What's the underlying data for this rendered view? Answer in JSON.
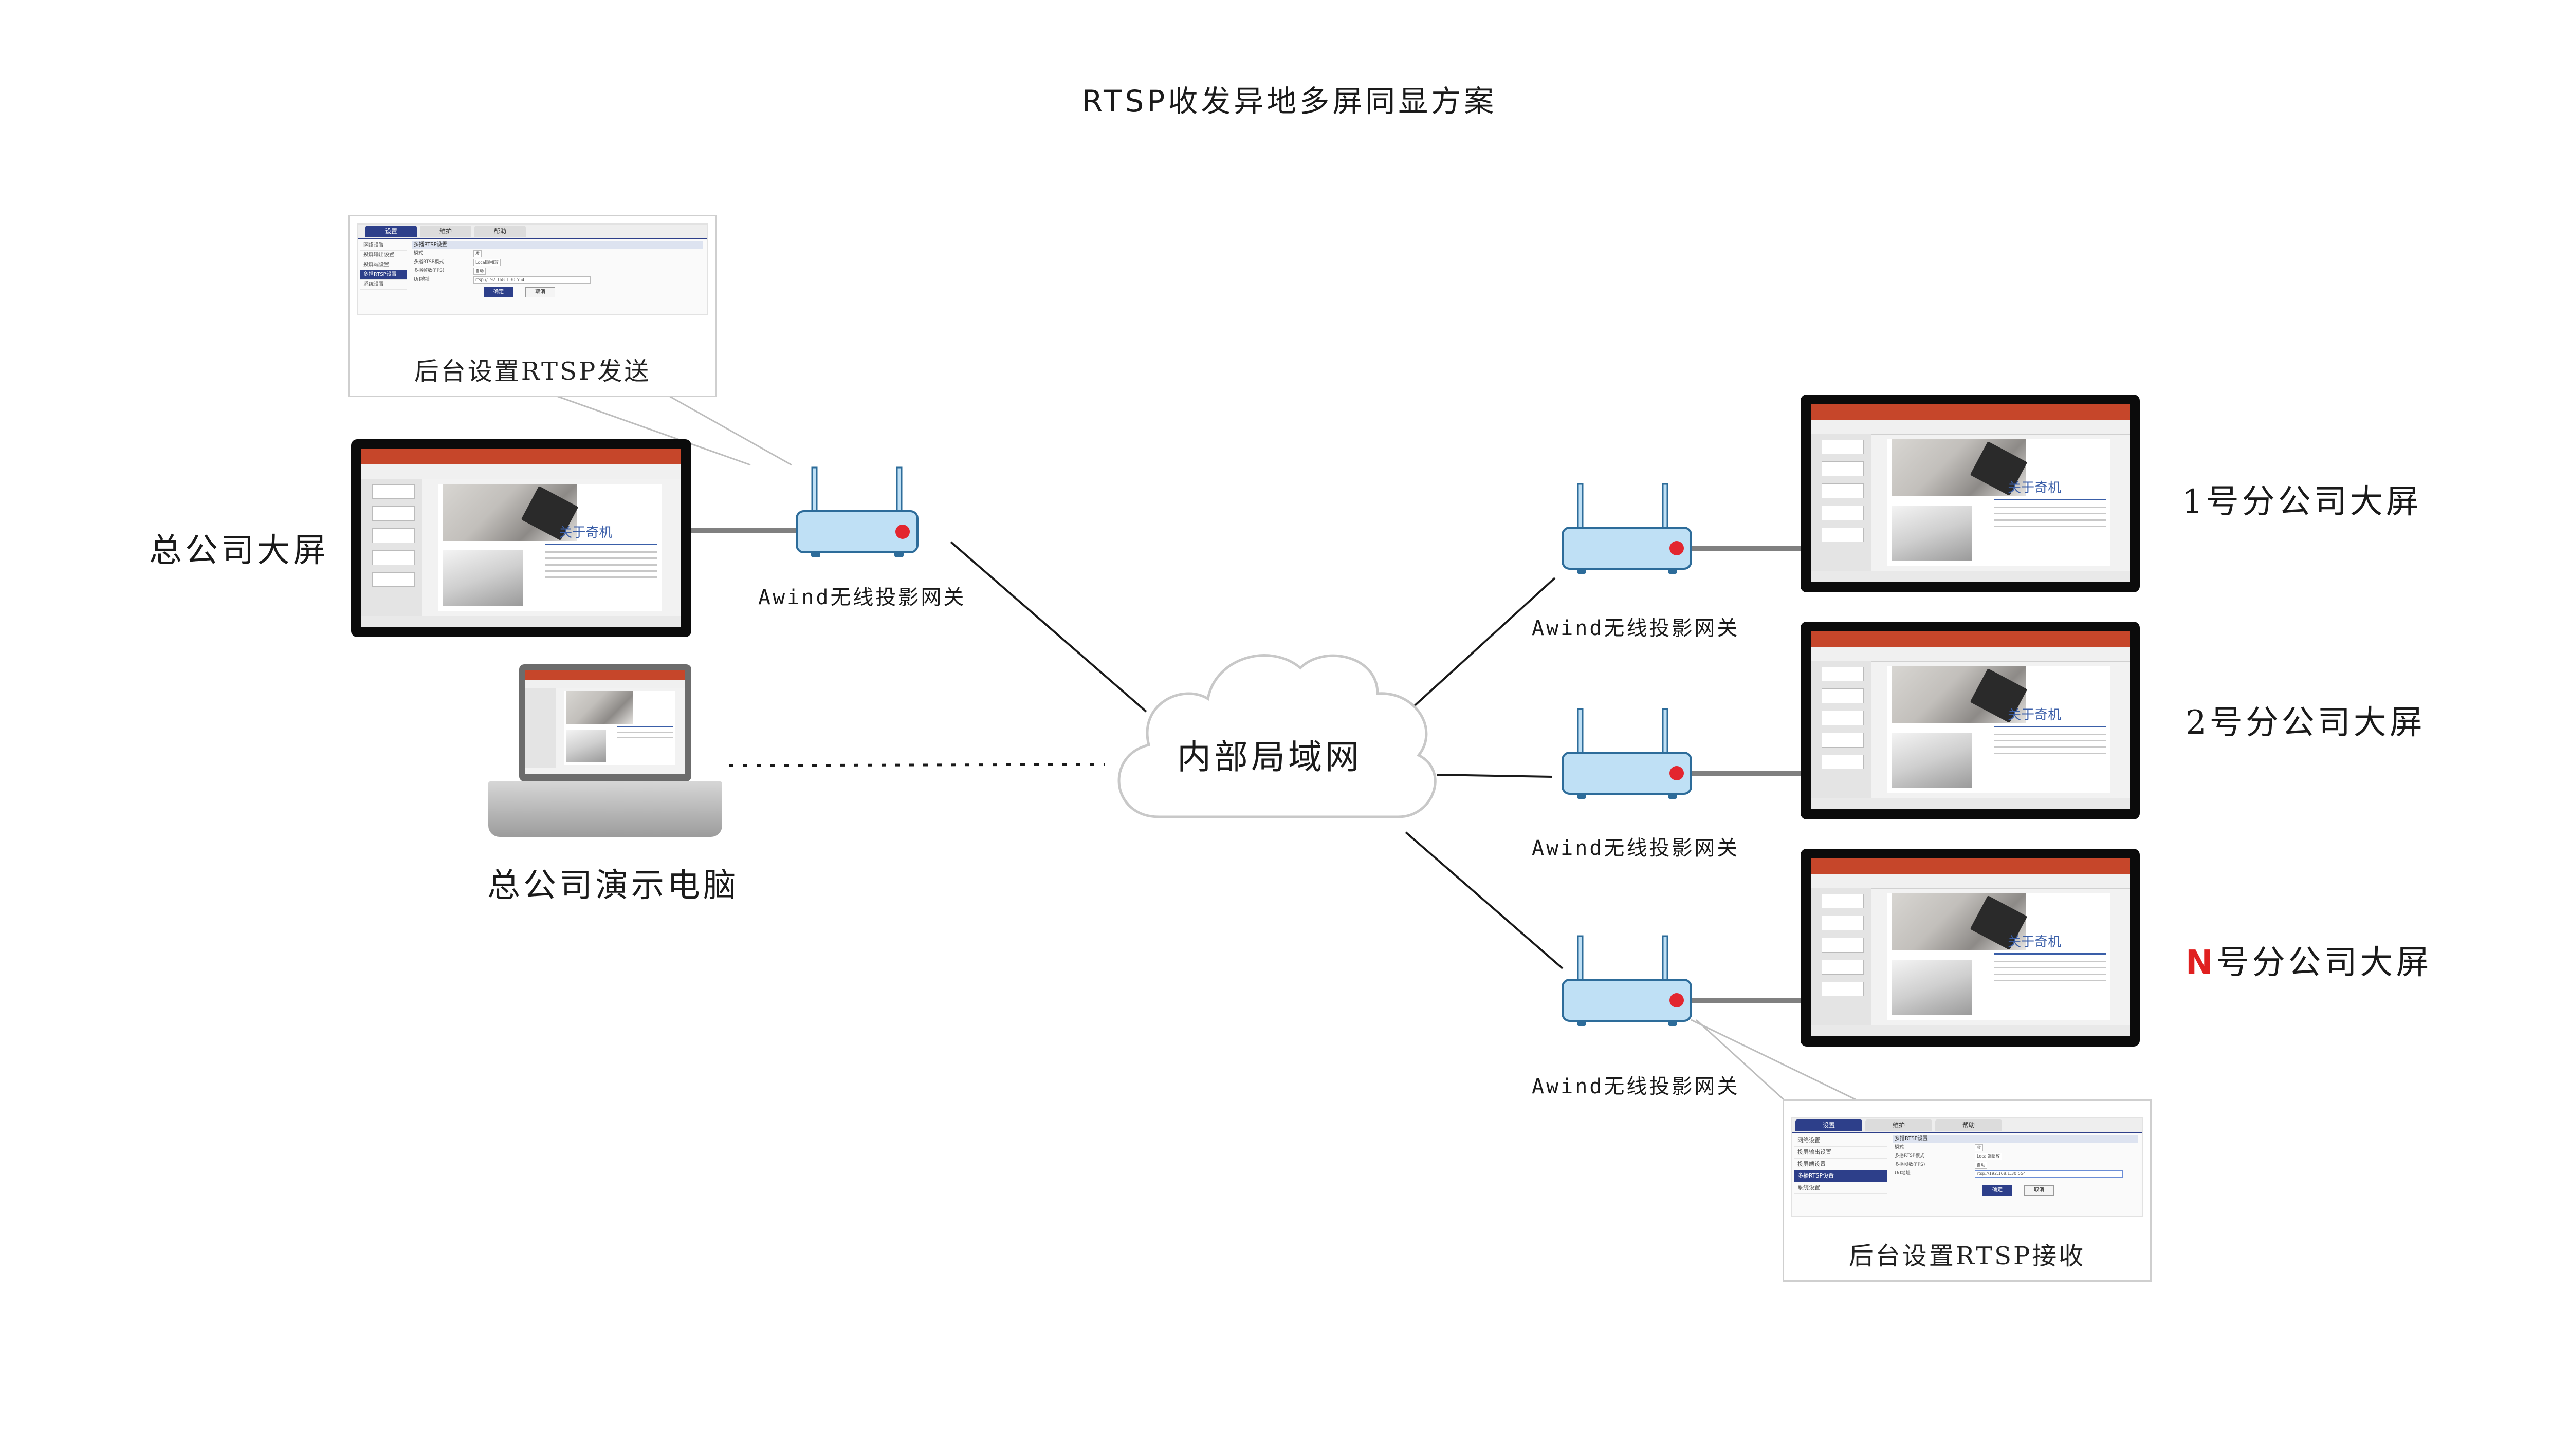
{
  "title": "RTSP收发异地多屏同显方案",
  "cloud_label": "内部局域网",
  "hq_screen_label": "总公司大屏",
  "hq_pc_label": "总公司演示电脑",
  "gateway_label": "Awind无线投影网关",
  "branches": [
    {
      "prefix": "1",
      "suffix": "号分公司大屏"
    },
    {
      "prefix": "2",
      "suffix": "号分公司大屏"
    },
    {
      "prefix": "N",
      "suffix": "号分公司大屏"
    }
  ],
  "send_panel": {
    "caption": "后台设置RTSP发送",
    "tabs": [
      "设置",
      "维护",
      "帮助"
    ],
    "side_items": [
      "网络设置",
      "投屏输出设置",
      "投屏端设置",
      "多播RTSP设置",
      "系统设置"
    ],
    "section": "多播RTSP设置",
    "rows": [
      {
        "k": "模式",
        "v": "发"
      },
      {
        "k": "多播RTSP模式",
        "v": "Local端播放"
      },
      {
        "k": "多播帧数(FPS)",
        "v": "自动"
      },
      {
        "k": "Url地址",
        "v": "rtsp://192.168.1.30:554"
      }
    ],
    "btn_ok": "确定",
    "btn_cancel": "取消"
  },
  "recv_panel": {
    "caption": "后台设置RTSP接收",
    "tabs": [
      "设置",
      "维护",
      "帮助"
    ],
    "side_items": [
      "网络设置",
      "投屏输出设置",
      "投屏端设置",
      "多播RTSP设置",
      "系统设置"
    ],
    "section": "多播RTSP设置",
    "rows": [
      {
        "k": "模式",
        "v": "收"
      },
      {
        "k": "多播RTSP模式",
        "v": "Local端播放"
      },
      {
        "k": "多播帧数(FPS)",
        "v": "自动"
      },
      {
        "k": "Url地址",
        "v": "rtsp://192.168.1.30:554"
      }
    ],
    "btn_ok": "确定",
    "btn_cancel": "取消"
  },
  "slide_title": "关于奇机",
  "colors": {
    "router_body": "#bfe0f5",
    "router_outline": "#2d6c9a",
    "router_led": "#e3262f",
    "cable": "#808080",
    "line": "#1a1a1a",
    "cloud": "#c8c8c8",
    "accent": "#e02020"
  }
}
